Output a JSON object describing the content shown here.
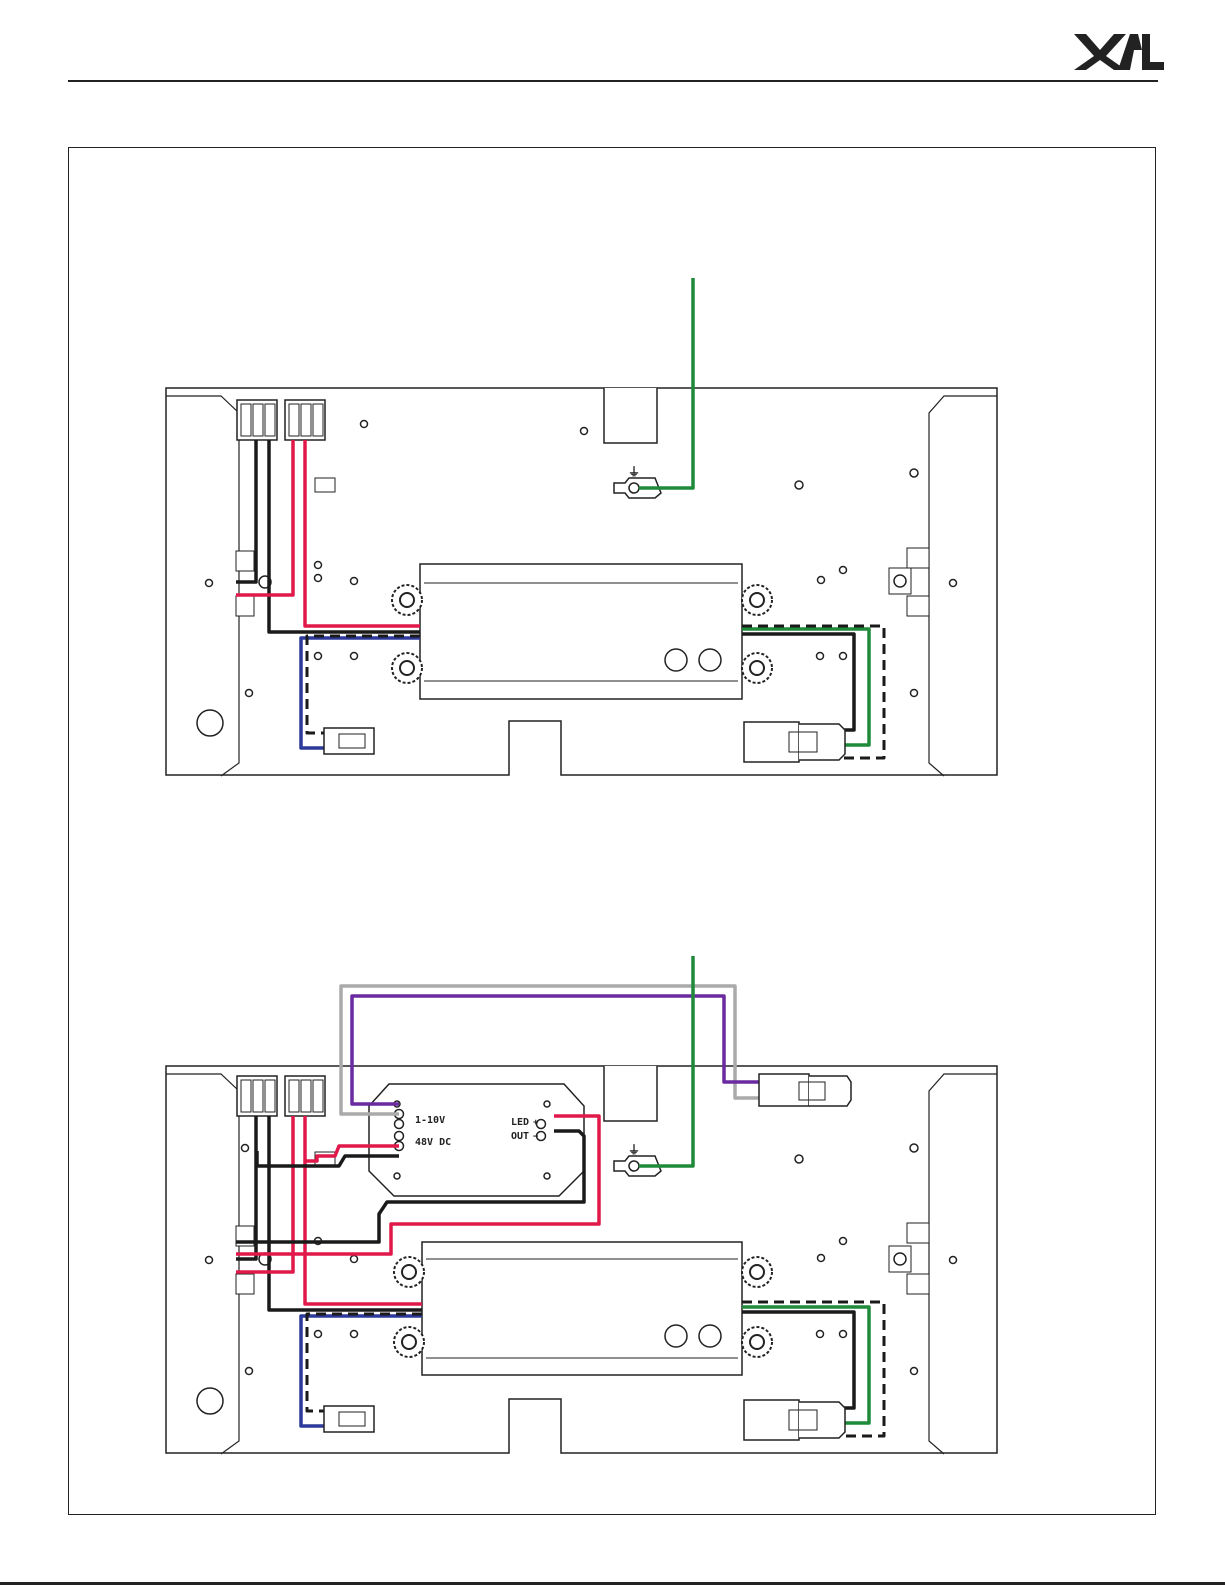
{
  "header": {
    "logo_text": "XAL"
  },
  "wire_colors": {
    "red": "#e0194a",
    "black": "#1a1a1a",
    "green": "#1f8a3a",
    "blue": "#2c3a9c",
    "purple": "#6a2aa0",
    "grey": "#aaaaaa"
  },
  "diagrams": [
    {
      "id": "basic-wiring",
      "ground_symbol": "⏚"
    },
    {
      "id": "dimming-wiring",
      "ground_symbol": "⏚",
      "dim_module": {
        "input_label_1": "1-10V",
        "input_label_2": "48V DC",
        "output_label_1": "LED",
        "output_label_2": "OUT",
        "plus": "+",
        "minus": "−"
      }
    }
  ]
}
